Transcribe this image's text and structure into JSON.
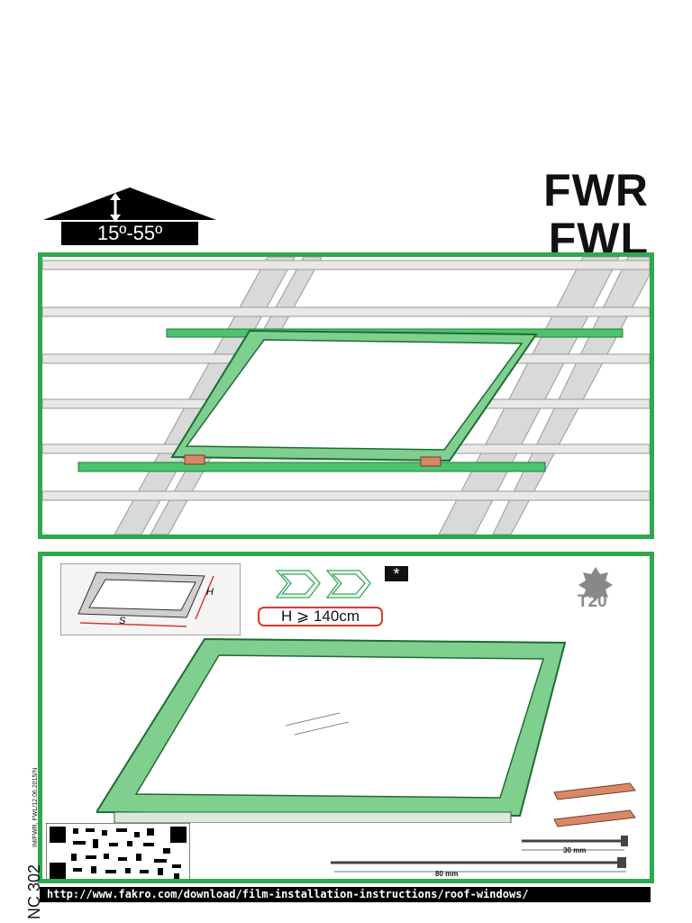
{
  "header": {
    "model_line1": "FWR",
    "model_line2": "FWL",
    "pitch_range": "15º-55º"
  },
  "panel2": {
    "label_h": "H",
    "label_s": "S",
    "min_height": "H ⩾ 140cm",
    "star": "*",
    "torx_size": "T20",
    "screw_short": "30 mm",
    "screw_long": "80 mm"
  },
  "footer": {
    "doc_code": "NC 302",
    "doc_ref": "IM/FWR, FWL/12.06.2015/N",
    "url": "http://www.fakro.com/download/film-installation-instructions/roof-windows/"
  },
  "colors": {
    "frame_green": "#2fa84f",
    "window_green": "#7fcf8f",
    "batten_grey": "#d9d9d9",
    "wedge_copper": "#d9876a",
    "accent_red": "#d8392b"
  }
}
